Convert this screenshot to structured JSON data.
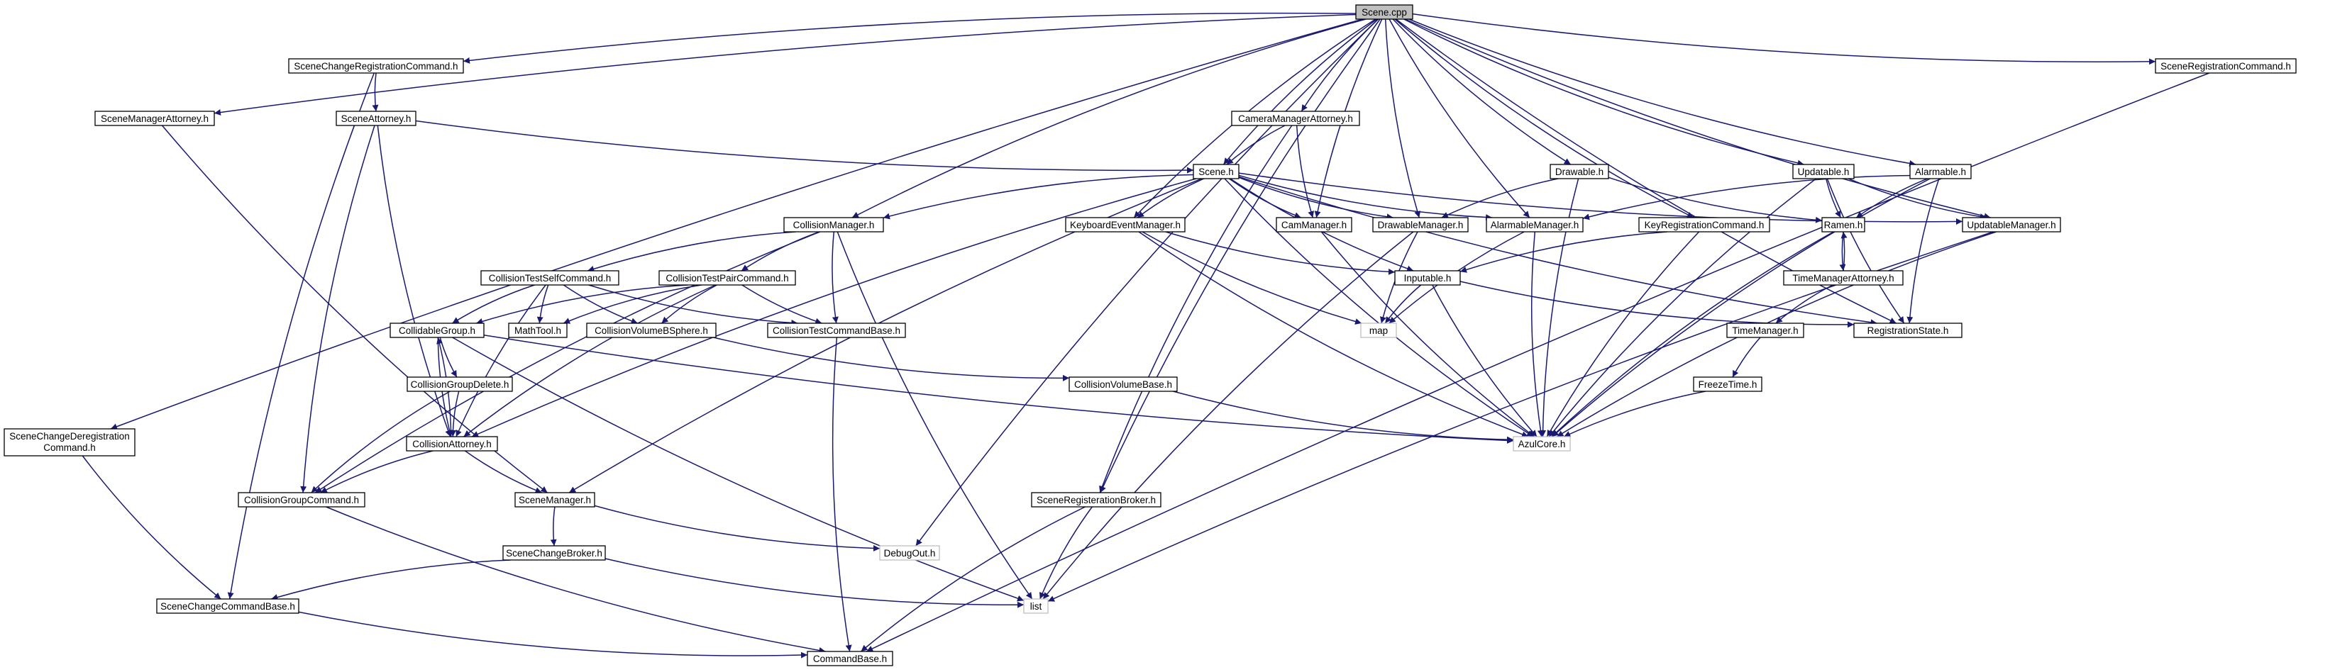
{
  "graph": {
    "nodes": [
      {
        "id": "scene_cpp",
        "label": "Scene.cpp",
        "kind": "root"
      },
      {
        "id": "scrc",
        "label": "SceneChangeRegistrationCommand.h",
        "kind": "normal"
      },
      {
        "id": "sma",
        "label": "SceneManagerAttorney.h",
        "kind": "normal"
      },
      {
        "id": "sca",
        "label": "SceneAttorney.h",
        "kind": "normal"
      },
      {
        "id": "cma",
        "label": "CameraManagerAttorney.h",
        "kind": "normal"
      },
      {
        "id": "scene_h",
        "label": "Scene.h",
        "kind": "normal"
      },
      {
        "id": "drawable",
        "label": "Drawable.h",
        "kind": "normal"
      },
      {
        "id": "updatable",
        "label": "Updatable.h",
        "kind": "normal"
      },
      {
        "id": "alarmable",
        "label": "Alarmable.h",
        "kind": "normal"
      },
      {
        "id": "src",
        "label": "SceneRegistrationCommand.h",
        "kind": "normal"
      },
      {
        "id": "colmgr",
        "label": "CollisionManager.h",
        "kind": "normal"
      },
      {
        "id": "kem",
        "label": "KeyboardEventManager.h",
        "kind": "normal"
      },
      {
        "id": "cammgr",
        "label": "CamManager.h",
        "kind": "normal"
      },
      {
        "id": "drawmgr",
        "label": "DrawableManager.h",
        "kind": "normal"
      },
      {
        "id": "alarmmgr",
        "label": "AlarmableManager.h",
        "kind": "normal"
      },
      {
        "id": "krc",
        "label": "KeyRegistrationCommand.h",
        "kind": "normal"
      },
      {
        "id": "ramen",
        "label": "Ramen.h",
        "kind": "normal"
      },
      {
        "id": "updmgr",
        "label": "UpdatableManager.h",
        "kind": "normal"
      },
      {
        "id": "ctsc",
        "label": "CollisionTestSelfCommand.h",
        "kind": "normal"
      },
      {
        "id": "ctpc",
        "label": "CollisionTestPairCommand.h",
        "kind": "normal"
      },
      {
        "id": "inputable",
        "label": "Inputable.h",
        "kind": "normal"
      },
      {
        "id": "tma",
        "label": "TimeManagerAttorney.h",
        "kind": "normal"
      },
      {
        "id": "colgroup",
        "label": "CollidableGroup.h",
        "kind": "normal"
      },
      {
        "id": "mathtool",
        "label": "MathTool.h",
        "kind": "normal"
      },
      {
        "id": "cvbs",
        "label": "CollisionVolumeBSphere.h",
        "kind": "normal"
      },
      {
        "id": "ctcb",
        "label": "CollisionTestCommandBase.h",
        "kind": "normal"
      },
      {
        "id": "map",
        "label": "map",
        "kind": "system"
      },
      {
        "id": "regstate",
        "label": "RegistrationState.h",
        "kind": "normal"
      },
      {
        "id": "timemgr",
        "label": "TimeManager.h",
        "kind": "normal"
      },
      {
        "id": "cgd",
        "label": "CollisionGroupDelete.h",
        "kind": "normal"
      },
      {
        "id": "cvb",
        "label": "CollisionVolumeBase.h",
        "kind": "normal"
      },
      {
        "id": "freeze",
        "label": "FreezeTime.h",
        "kind": "normal"
      },
      {
        "id": "scdc",
        "label": [
          "SceneChangeDeregistration",
          "Command.h"
        ],
        "kind": "normal"
      },
      {
        "id": "colatt",
        "label": "CollisionAttorney.h",
        "kind": "normal"
      },
      {
        "id": "azul",
        "label": "AzulCore.h",
        "kind": "system"
      },
      {
        "id": "cgc",
        "label": "CollisionGroupCommand.h",
        "kind": "normal"
      },
      {
        "id": "scenemgr",
        "label": "SceneManager.h",
        "kind": "normal"
      },
      {
        "id": "srb",
        "label": "SceneRegisterationBroker.h",
        "kind": "normal"
      },
      {
        "id": "scb",
        "label": "SceneChangeBroker.h",
        "kind": "normal"
      },
      {
        "id": "debugout",
        "label": "DebugOut.h",
        "kind": "system"
      },
      {
        "id": "list",
        "label": "list",
        "kind": "system"
      },
      {
        "id": "sccb",
        "label": "SceneChangeCommandBase.h",
        "kind": "normal"
      },
      {
        "id": "cmdbase",
        "label": "CommandBase.h",
        "kind": "normal"
      }
    ],
    "edges": [
      [
        "scene_cpp",
        "scrc"
      ],
      [
        "scene_cpp",
        "sma"
      ],
      [
        "scene_cpp",
        "scdc"
      ],
      [
        "scene_cpp",
        "colmgr"
      ],
      [
        "scene_cpp",
        "debugout"
      ],
      [
        "scene_cpp",
        "srb"
      ],
      [
        "scene_cpp",
        "scene_h"
      ],
      [
        "scene_cpp",
        "kem"
      ],
      [
        "scene_cpp",
        "cma"
      ],
      [
        "scene_cpp",
        "cammgr"
      ],
      [
        "scene_cpp",
        "drawmgr"
      ],
      [
        "scene_cpp",
        "alarmmgr"
      ],
      [
        "scene_cpp",
        "drawable"
      ],
      [
        "scene_cpp",
        "krc"
      ],
      [
        "scene_cpp",
        "updatable"
      ],
      [
        "scene_cpp",
        "updmgr"
      ],
      [
        "scene_cpp",
        "alarmable"
      ],
      [
        "scene_cpp",
        "regstate"
      ],
      [
        "scene_cpp",
        "src"
      ],
      [
        "scrc",
        "sca"
      ],
      [
        "scrc",
        "sccb"
      ],
      [
        "sma",
        "scenemgr"
      ],
      [
        "sca",
        "scene_h"
      ],
      [
        "sca",
        "cgc"
      ],
      [
        "sca",
        "colatt"
      ],
      [
        "cma",
        "scene_h"
      ],
      [
        "cma",
        "cammgr"
      ],
      [
        "cma",
        "srb"
      ],
      [
        "scene_h",
        "colmgr"
      ],
      [
        "scene_h",
        "kem"
      ],
      [
        "scene_h",
        "cammgr"
      ],
      [
        "scene_h",
        "drawmgr"
      ],
      [
        "scene_h",
        "alarmmgr"
      ],
      [
        "scene_h",
        "updmgr"
      ],
      [
        "scene_h",
        "inputable"
      ],
      [
        "scene_h",
        "regstate"
      ],
      [
        "scene_h",
        "scenemgr"
      ],
      [
        "scene_h",
        "colatt"
      ],
      [
        "scene_h",
        "azul"
      ],
      [
        "drawable",
        "drawmgr"
      ],
      [
        "drawable",
        "ramen"
      ],
      [
        "drawable",
        "azul"
      ],
      [
        "updatable",
        "ramen"
      ],
      [
        "updatable",
        "updmgr"
      ],
      [
        "updatable",
        "regstate"
      ],
      [
        "updatable",
        "azul"
      ],
      [
        "alarmable",
        "ramen"
      ],
      [
        "alarmable",
        "alarmmgr"
      ],
      [
        "alarmable",
        "regstate"
      ],
      [
        "alarmable",
        "azul"
      ],
      [
        "src",
        "cmdbase"
      ],
      [
        "colmgr",
        "ctsc"
      ],
      [
        "colmgr",
        "ctpc"
      ],
      [
        "colmgr",
        "ctcb"
      ],
      [
        "colmgr",
        "cgc"
      ],
      [
        "colmgr",
        "list"
      ],
      [
        "kem",
        "inputable"
      ],
      [
        "kem",
        "map"
      ],
      [
        "kem",
        "azul"
      ],
      [
        "cammgr",
        "azul"
      ],
      [
        "drawmgr",
        "map"
      ],
      [
        "drawmgr",
        "list"
      ],
      [
        "alarmmgr",
        "map"
      ],
      [
        "alarmmgr",
        "azul"
      ],
      [
        "krc",
        "inputable"
      ],
      [
        "krc",
        "azul"
      ],
      [
        "ramen",
        "tma"
      ],
      [
        "ramen",
        "azul"
      ],
      [
        "tma",
        "ramen"
      ],
      [
        "tma",
        "timemgr"
      ],
      [
        "updmgr",
        "list"
      ],
      [
        "updmgr",
        "azul"
      ],
      [
        "ctsc",
        "colgroup"
      ],
      [
        "ctsc",
        "mathtool"
      ],
      [
        "ctsc",
        "cvbs"
      ],
      [
        "ctsc",
        "ctcb"
      ],
      [
        "ctsc",
        "colatt"
      ],
      [
        "ctpc",
        "colgroup"
      ],
      [
        "ctpc",
        "mathtool"
      ],
      [
        "ctpc",
        "cvbs"
      ],
      [
        "ctpc",
        "ctcb"
      ],
      [
        "ctpc",
        "colatt"
      ],
      [
        "inputable",
        "map"
      ],
      [
        "inputable",
        "regstate"
      ],
      [
        "inputable",
        "azul"
      ],
      [
        "colgroup",
        "cgd"
      ],
      [
        "colgroup",
        "colatt"
      ],
      [
        "colgroup",
        "azul"
      ],
      [
        "colgroup",
        "list"
      ],
      [
        "cvbs",
        "cvb"
      ],
      [
        "ctcb",
        "cmdbase"
      ],
      [
        "timemgr",
        "freeze"
      ],
      [
        "freeze",
        "azul"
      ],
      [
        "cgd",
        "colatt"
      ],
      [
        "cgd",
        "cgc"
      ],
      [
        "cvb",
        "azul"
      ],
      [
        "scdc",
        "sccb"
      ],
      [
        "colatt",
        "colgroup"
      ],
      [
        "colatt",
        "cgc"
      ],
      [
        "colatt",
        "scenemgr"
      ],
      [
        "cgc",
        "cmdbase"
      ],
      [
        "scenemgr",
        "scb"
      ],
      [
        "scenemgr",
        "debugout"
      ],
      [
        "srb",
        "list"
      ],
      [
        "srb",
        "cmdbase"
      ],
      [
        "scb",
        "sccb"
      ],
      [
        "scb",
        "list"
      ],
      [
        "sccb",
        "cmdbase"
      ]
    ]
  }
}
